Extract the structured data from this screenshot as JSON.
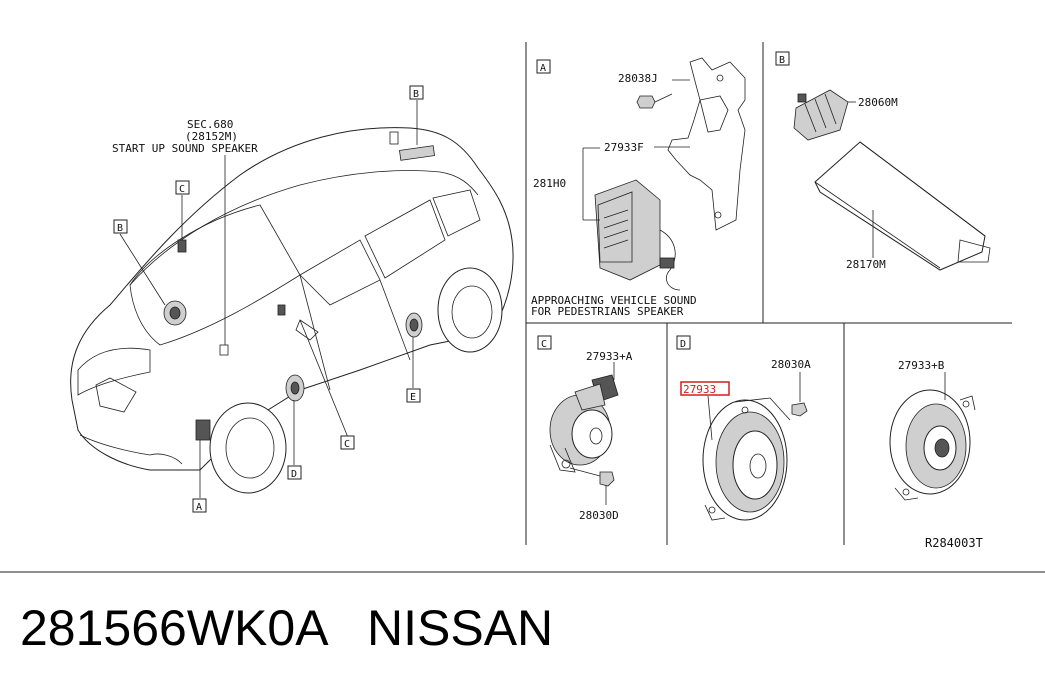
{
  "diagram": {
    "car_callouts": {
      "sec_ref": "SEC.680",
      "sec_part": "(28152M)",
      "sec_desc": "START UP SOUND SPEAKER",
      "box_b_top": "B",
      "box_c_top": "C",
      "box_b_left": "B",
      "box_a_bottom": "A",
      "box_d_bottom": "D",
      "box_c_bottom": "C",
      "box_e": "E"
    },
    "panel_a": {
      "tag": "A",
      "p1": "28038J",
      "p2": "27933F",
      "p3": "281H0",
      "caption1": "APPROACHING VEHICLE SOUND",
      "caption2": "FOR PEDESTRIANS SPEAKER"
    },
    "panel_b": {
      "tag": "B",
      "p1": "28060M",
      "p2": "28170M"
    },
    "panel_c": {
      "tag": "C",
      "p1": "27933+A",
      "p2": "28030D"
    },
    "panel_d": {
      "tag": "D",
      "p1": "27933",
      "p2": "28030A"
    },
    "panel_e": {
      "p1": "27933+B"
    },
    "ref_code": "R284003T",
    "highlight_color": "#d21f1f"
  },
  "footer": {
    "part_number": "281566WK0A",
    "brand": "NISSAN"
  }
}
